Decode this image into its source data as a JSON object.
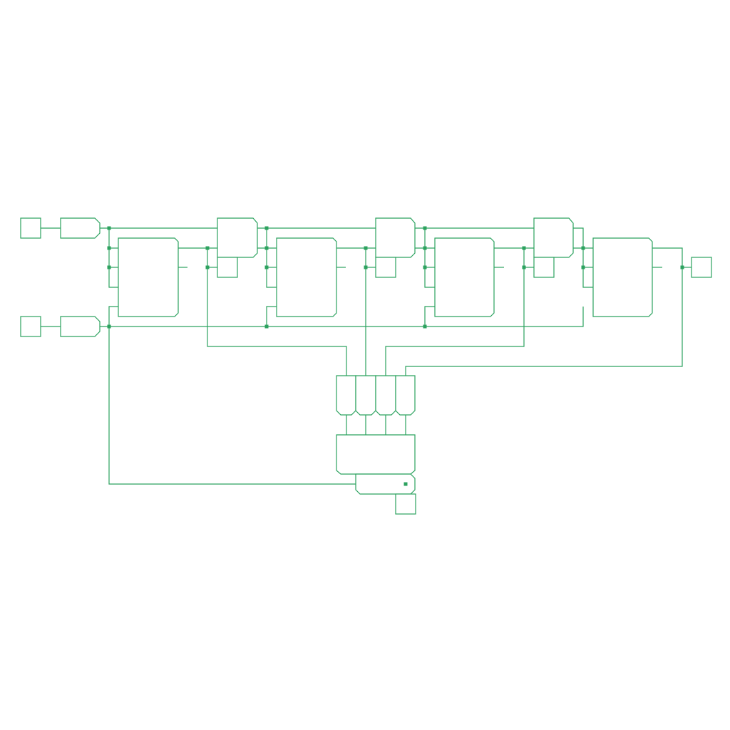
{
  "diagram": {
    "type": "logic-circuit-schematic",
    "colors": {
      "line": "#2ca25f",
      "junction": "#2ca25f",
      "background": "#ffffff"
    },
    "components": [
      {
        "id": "input-pin-1",
        "kind": "input-pin"
      },
      {
        "id": "input-pin-2",
        "kind": "input-pin"
      },
      {
        "id": "input-buffer-1",
        "kind": "buffer"
      },
      {
        "id": "input-buffer-2",
        "kind": "buffer"
      },
      {
        "id": "flip-flop-1",
        "kind": "flip-flop"
      },
      {
        "id": "flip-flop-2",
        "kind": "flip-flop"
      },
      {
        "id": "flip-flop-3",
        "kind": "flip-flop"
      },
      {
        "id": "flip-flop-4",
        "kind": "flip-flop"
      },
      {
        "id": "and-gate-1",
        "kind": "and-gate"
      },
      {
        "id": "and-gate-2",
        "kind": "and-gate"
      },
      {
        "id": "and-gate-3",
        "kind": "and-gate"
      },
      {
        "id": "probe-1",
        "kind": "probe"
      },
      {
        "id": "probe-2",
        "kind": "probe"
      },
      {
        "id": "probe-3",
        "kind": "probe"
      },
      {
        "id": "output-pin-serial",
        "kind": "output-pin"
      },
      {
        "id": "bus-gate-1",
        "kind": "gate"
      },
      {
        "id": "bus-gate-2",
        "kind": "gate"
      },
      {
        "id": "bus-gate-3",
        "kind": "gate"
      },
      {
        "id": "bus-gate-4",
        "kind": "gate"
      },
      {
        "id": "combiner-block",
        "kind": "combiner"
      },
      {
        "id": "final-gate",
        "kind": "gate"
      },
      {
        "id": "output-pin-bottom",
        "kind": "output-pin"
      }
    ]
  }
}
